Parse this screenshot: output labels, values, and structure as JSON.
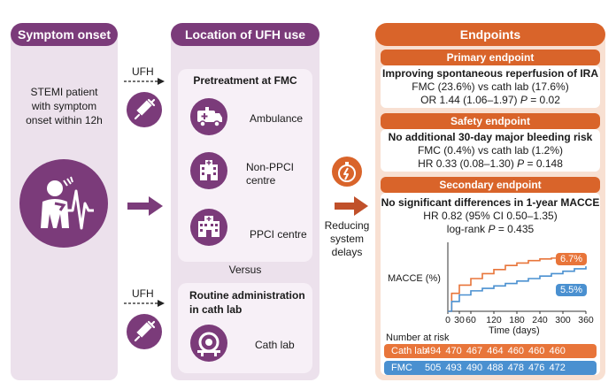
{
  "col1": {
    "header": "Symptom onset",
    "description": "STEMI patient with symptom onset within 12h"
  },
  "col2": {
    "header": "Location of UFH use",
    "ufh_label_top": "UFH",
    "ufh_label_bottom": "UFH",
    "pretreatment_title": "Pretreatment at FMC",
    "items": [
      {
        "label": "Ambulance"
      },
      {
        "label": "Non-PPCI centre"
      },
      {
        "label": "PPCI centre"
      }
    ],
    "versus": "Versus",
    "routine_title": "Routine administration in cath lab",
    "cath_lab_label": "Cath lab"
  },
  "middle": {
    "reducing_text": "Reducing system delays"
  },
  "col3": {
    "header": "Endpoints",
    "primary": {
      "title": "Primary endpoint",
      "line1": "Improving spontaneous reperfusion of IRA",
      "line2": "FMC (23.6%) vs cath lab (17.6%)",
      "line3a": "OR 1.44 (1.06–1.97) ",
      "line3b": "P",
      "line3c": " = 0.02"
    },
    "safety": {
      "title": "Safety endpoint",
      "line1": "No additional 30-day major bleeding risk",
      "line2": "FMC (0.4%) vs cath lab (1.2%)",
      "line3a": "HR 0.33 (0.08–1.30) ",
      "line3b": "P",
      "line3c": " = 0.148"
    },
    "secondary": {
      "title": "Secondary endpoint",
      "line1": "No significant differences in 1-year MACCE",
      "line2": "HR 0.82 (95% CI 0.50–1.35)",
      "line3a": "log-rank ",
      "line3b": "P",
      "line3c": " = 0.435"
    },
    "number_at_risk": "Number at risk",
    "risk_rows": [
      {
        "label": "Cath lab",
        "nums": "494  470  467  464  460  460  460",
        "color": "#e8753a"
      },
      {
        "label": "FMC",
        "nums": "505  493  490  488  478  476  472",
        "color": "#4a90d0"
      }
    ]
  },
  "colors": {
    "purple": "#7b3b7a",
    "purple_light": "#ece1ec",
    "orange": "#d9642a",
    "orange_light": "#f8e0d2",
    "cath_line": "#e8753a",
    "fmc_line": "#4a90d0"
  },
  "chart_data": {
    "type": "line",
    "xlabel": "Time (days)",
    "ylabel": "MACCE (%)",
    "x_ticks": [
      "0",
      "30",
      "60",
      "120",
      "180",
      "240",
      "300",
      "360"
    ],
    "xlim": [
      0,
      360
    ],
    "series": [
      {
        "name": "Cath lab",
        "end_label": "6.7%",
        "x": [
          0,
          10,
          30,
          60,
          90,
          120,
          150,
          180,
          210,
          240,
          270,
          300,
          330,
          360
        ],
        "y": [
          0,
          2.2,
          3.2,
          4.0,
          4.6,
          5.1,
          5.6,
          5.9,
          6.2,
          6.4,
          6.5,
          6.6,
          6.7,
          6.7
        ]
      },
      {
        "name": "FMC",
        "end_label": "5.5%",
        "x": [
          0,
          10,
          30,
          60,
          90,
          120,
          150,
          180,
          210,
          240,
          270,
          300,
          330,
          360
        ],
        "y": [
          0,
          1.2,
          2.0,
          2.5,
          2.8,
          3.1,
          3.4,
          3.7,
          4.0,
          4.3,
          4.6,
          4.9,
          5.2,
          5.5
        ]
      }
    ]
  }
}
